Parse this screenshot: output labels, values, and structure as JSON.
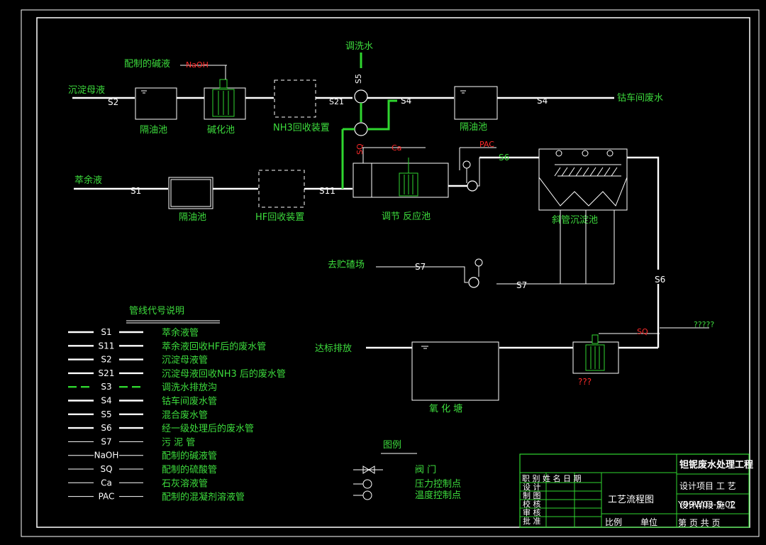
{
  "title_block": {
    "project_name": "钽铌废水处理工程",
    "design_item": "设计项目  工 艺",
    "design_stage": "设计阶段  施 工",
    "drawing_title": "工艺流程图",
    "drawing_no": "Y99W03-S-02",
    "row_headers": "职 别  姓 名  日 期",
    "rows": [
      "设 计",
      "制 图",
      "校 核",
      "审 核",
      "批 准"
    ],
    "scale": "比例",
    "unit": "单位",
    "sheet": "第  页  共  页"
  },
  "process": {
    "inlet_mother_liquor": "沉淀母液",
    "alkali_prepared": "配制的碱液",
    "naoh": "NaOH",
    "rinse_water": "调洗水",
    "oil_separator_1": "隔油池",
    "alkalization_tank": "碱化池",
    "nh3_recovery": "NH3回收装置",
    "cobalt_wastewater": "钴车间废水",
    "oil_separator_3": "隔油池",
    "raffinate": "萃余液",
    "oil_separator_2": "隔油池",
    "hf_recovery": "HF回收装置",
    "regulating_tank": "调节  反应池",
    "ca": "Ca",
    "pac": "PAC",
    "inclined_settler": "斜管沉淀池",
    "to_slag_yard": "去贮碴场",
    "discharge": "达标排放",
    "oxidation_pond": "氧  化  塘",
    "question_1": "???",
    "question_2": "?????",
    "s1": "S1",
    "s11": "S11",
    "s2": "S2",
    "s21": "S21",
    "s4": "S4",
    "s5": "S5",
    "s6": "S6",
    "s7": "S7",
    "sq": "SQ"
  },
  "legend": {
    "title": "管线代号说明",
    "items": [
      {
        "code": "S1",
        "desc": "萃余液管",
        "style": "thick"
      },
      {
        "code": "S11",
        "desc": "萃余液回收HF后的废水管",
        "style": "thick"
      },
      {
        "code": "S2",
        "desc": "沉淀母液管",
        "style": "thick"
      },
      {
        "code": "S21",
        "desc": "沉淀母液回收NH3 后的废水管",
        "style": "thick"
      },
      {
        "code": "S3",
        "desc": "调洗水排放沟",
        "style": "green-dash"
      },
      {
        "code": "S4",
        "desc": "钴车间废水管",
        "style": "thick"
      },
      {
        "code": "S5",
        "desc": "混合废水管",
        "style": "thick"
      },
      {
        "code": "S6",
        "desc": "经一级处理后的废水管",
        "style": "thick"
      },
      {
        "code": "S7",
        "desc": "污  泥  管",
        "style": "thin"
      },
      {
        "code": "NaOH",
        "desc": "配制的碱液管",
        "style": "thin"
      },
      {
        "code": "SQ",
        "desc": "配制的硫酸管",
        "style": "thin"
      },
      {
        "code": "Ca",
        "desc": "石灰溶液管",
        "style": "thin"
      },
      {
        "code": "PAC",
        "desc": "配制的混凝剂溶液管",
        "style": "thin"
      }
    ]
  },
  "symbols": {
    "title": "图例",
    "items": [
      {
        "symbol": "valve",
        "desc": "阀  门"
      },
      {
        "symbol": "pressure",
        "desc": "压力控制点"
      },
      {
        "symbol": "temperature",
        "desc": "温度控制点"
      }
    ]
  },
  "colors": {
    "background": "#000000",
    "line": "#ffffff",
    "label": "#3ddc3d",
    "chem": "#ff2a2a"
  }
}
